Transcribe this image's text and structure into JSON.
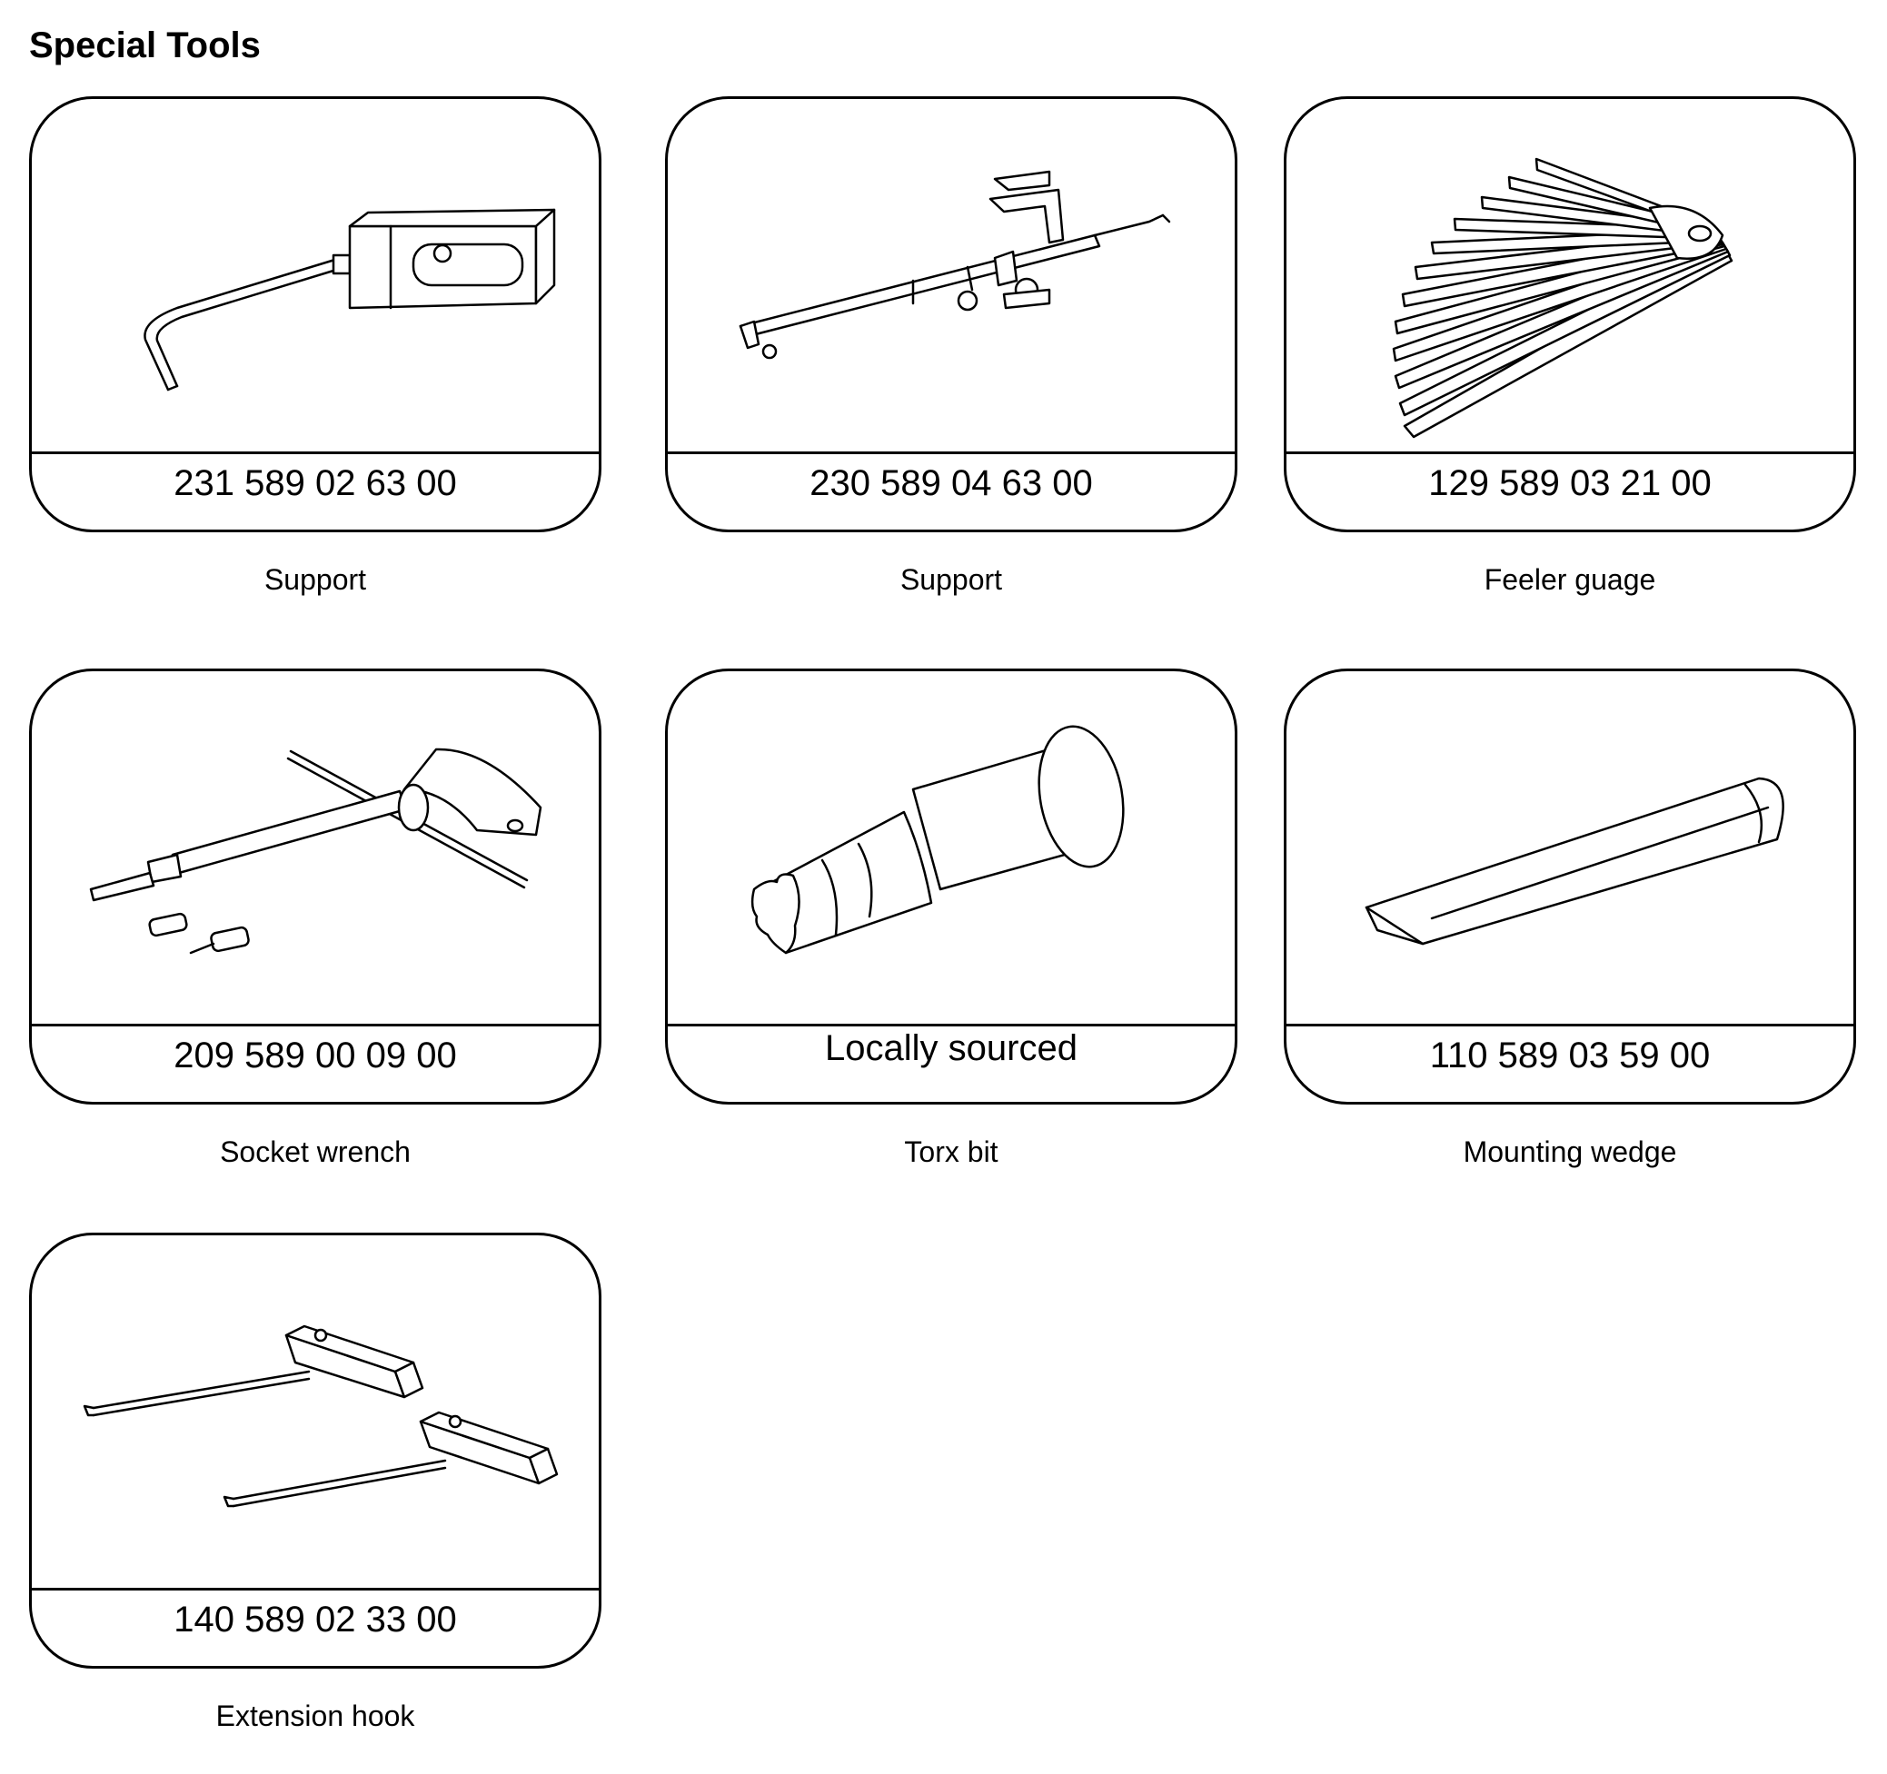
{
  "title": "Special Tools",
  "tools": [
    {
      "part_number": "231 589 02 63 00",
      "description": "Support",
      "icon": "support-hook-icon"
    },
    {
      "part_number": "230 589 04 63 00",
      "description": "Support",
      "icon": "support-bar-icon"
    },
    {
      "part_number": "129 589 03 21 00",
      "description": "Feeler guage",
      "icon": "feeler-gauge-icon"
    },
    {
      "part_number": "209 589 00 09 00",
      "description": "Socket wrench",
      "icon": "socket-wrench-icon"
    },
    {
      "part_number": "Locally sourced",
      "description": "Torx bit",
      "icon": "torx-bit-icon"
    },
    {
      "part_number": "110 589 03 59 00",
      "description": "Mounting wedge",
      "icon": "mounting-wedge-icon"
    },
    {
      "part_number": "140 589 02 33 00",
      "description": "Extension hook",
      "icon": "extension-hook-icon"
    }
  ]
}
